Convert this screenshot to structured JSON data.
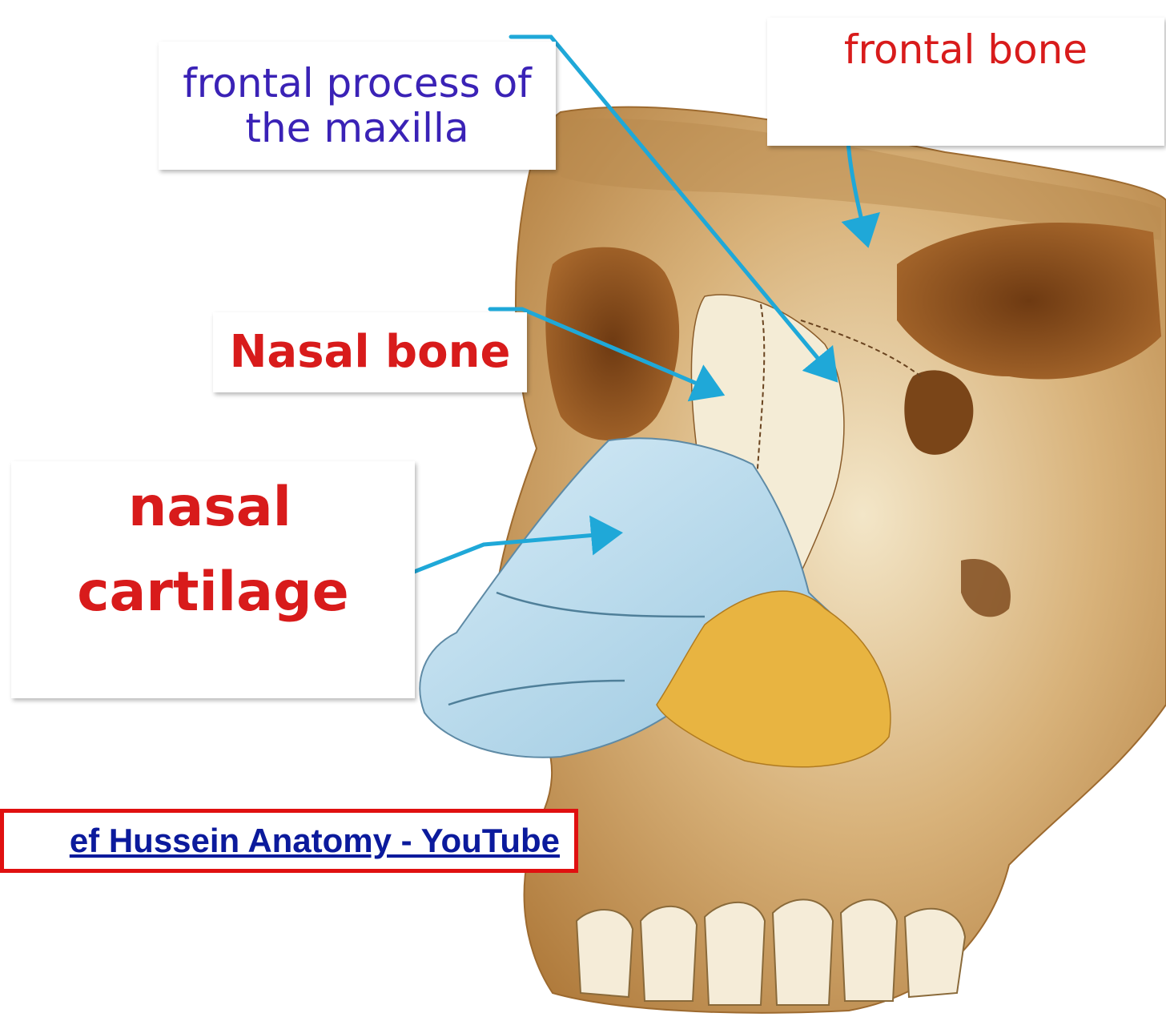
{
  "diagram": {
    "labels": {
      "frontal_process_line1": "frontal process of",
      "frontal_process_line2": "the maxilla",
      "frontal_bone": "frontal bone",
      "nasal_bone": "Nasal bone",
      "nasal_cartilage_line1": "nasal",
      "nasal_cartilage_line2": "cartilage"
    },
    "source_link": "ef Hussein Anatomy - YouTube"
  },
  "colors": {
    "label_purple": "#3a22b6",
    "label_red": "#d81b1b",
    "arrow_blue": "#1fa8d8",
    "bone": "#c9985a",
    "cartilage": "#b9dcef",
    "fat": "#e8b441",
    "link_border": "#e01010",
    "link_text": "#0b1a9c"
  }
}
